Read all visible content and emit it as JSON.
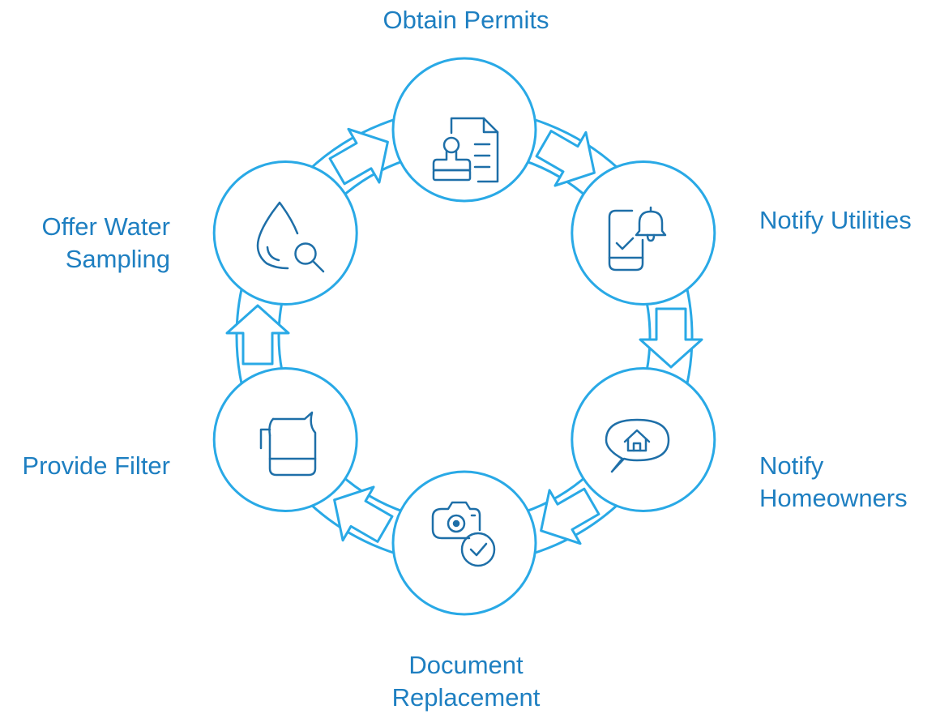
{
  "colors": {
    "accent": "#29a9e6",
    "text": "#1e7fc1",
    "icon": "#1e6fa8",
    "background": "#ffffff"
  },
  "steps": [
    {
      "label": "Obtain Permits",
      "icon": "stamped-document-icon"
    },
    {
      "label": "Notify Utilities",
      "icon": "phone-bell-icon"
    },
    {
      "label": "Notify\nHomeowners",
      "icon": "house-speech-bubble-icon"
    },
    {
      "label": "Document\nReplacement",
      "icon": "camera-check-icon"
    },
    {
      "label": "Provide Filter",
      "icon": "water-pitcher-icon"
    },
    {
      "label": "Offer Water\nSampling",
      "icon": "water-drop-search-icon"
    }
  ]
}
